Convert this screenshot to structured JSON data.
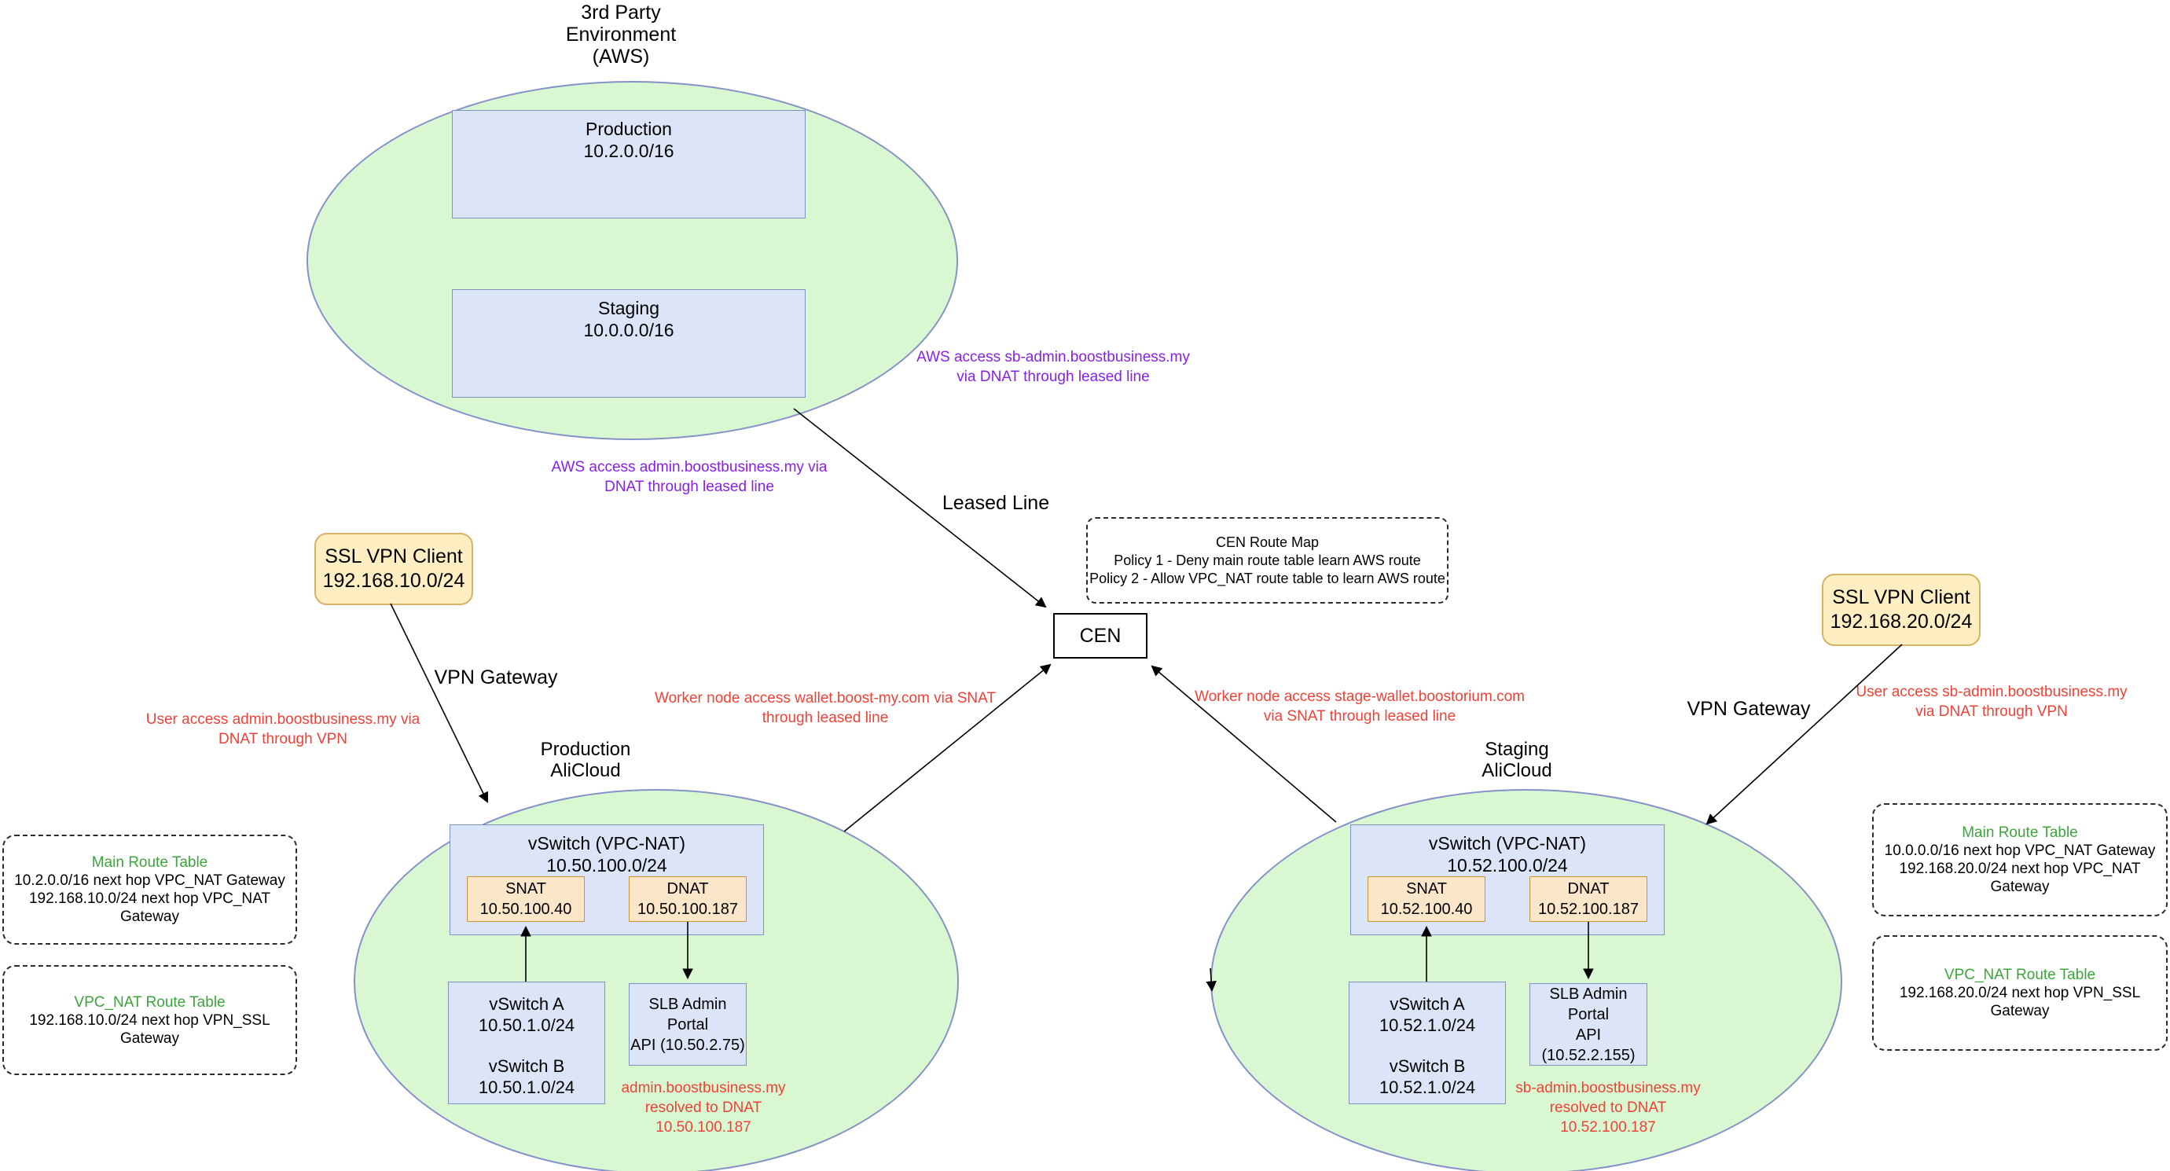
{
  "colors": {
    "green_fill": "#d9f8d2",
    "ellipse_stroke": "#8591c9",
    "blue_fill": "#dbe5f7",
    "blue_stroke": "#7d91c4",
    "orange_fill": "#fbe6ca",
    "orange_stroke": "#cb9639",
    "yellow_fill": "#feeec2",
    "yellow_stroke": "#d6b263",
    "purple": "#8721e6",
    "red": "#ee4238",
    "green_text": "#3da43d"
  },
  "aws": {
    "title1": "3rd Party",
    "title2": "Environment",
    "title3": "(AWS)",
    "prod_name": "Production",
    "prod_cidr": "10.2.0.0/16",
    "stag_name": "Staging",
    "stag_cidr": "10.0.0.0/16"
  },
  "center": {
    "leased_line": "Leased Line",
    "cen": "CEN",
    "route_map_title": "CEN Route Map",
    "route_map_policy1": "Policy 1 - Deny main route table learn AWS route",
    "route_map_policy2": "Policy 2 - Allow VPC_NAT route table to learn AWS route"
  },
  "annotations": {
    "aws_sb_admin_1": "AWS access sb-admin.boostbusiness.my",
    "aws_sb_admin_2": "via DNAT through leased line",
    "aws_admin_1": "AWS access admin.boostbusiness.my via",
    "aws_admin_2": "DNAT through leased line",
    "user_admin_1": "User access admin.boostbusiness.my via",
    "user_admin_2": "DNAT through VPN",
    "user_sb_admin_1": "User access sb-admin.boostbusiness.my",
    "user_sb_admin_2": "via DNAT through VPN",
    "worker_wallet_1": "Worker node access wallet.boost-my.com via SNAT",
    "worker_wallet_2": "through leased line",
    "worker_stage_wallet_1": "Worker node access stage-wallet.boostorium.com",
    "worker_stage_wallet_2": "via SNAT through leased line",
    "prod_dns_1": "admin.boostbusiness.my",
    "prod_dns_2": "resolved to DNAT",
    "prod_dns_3": "10.50.100.187",
    "stag_dns_1": "sb-admin.boostbusiness.my",
    "stag_dns_2": "resolved to DNAT",
    "stag_dns_3": "10.52.100.187"
  },
  "vpn_left": {
    "client1": "SSL VPN Client",
    "client2": "192.168.10.0/24",
    "gateway": "VPN Gateway"
  },
  "vpn_right": {
    "client1": "SSL VPN Client",
    "client2": "192.168.20.0/24",
    "gateway": "VPN Gateway"
  },
  "route_tables": {
    "left_main": {
      "title": "Main Route Table",
      "rows": [
        "10.2.0.0/16 next hop VPC_NAT Gateway",
        "192.168.10.0/24 next hop VPC_NAT Gateway"
      ]
    },
    "left_nat": {
      "title": "VPC_NAT Route Table",
      "rows": [
        "192.168.10.0/24 next hop VPN_SSL Gateway"
      ]
    },
    "right_main": {
      "title": "Main Route Table",
      "rows": [
        "10.0.0.0/16 next hop VPC_NAT Gateway",
        "192.168.20.0/24 next hop VPC_NAT Gateway"
      ]
    },
    "right_nat": {
      "title": "VPC_NAT Route Table",
      "rows": [
        "192.168.20.0/24 next hop VPN_SSL Gateway"
      ]
    }
  },
  "prod_vpc": {
    "label1": "Production",
    "label2": "AliCloud",
    "vswitch_nat1": "vSwitch (VPC-NAT)",
    "vswitch_nat2": "10.50.100.0/24",
    "snat1": "SNAT",
    "snat2": "10.50.100.40",
    "dnat1": "DNAT",
    "dnat2": "10.50.100.187",
    "vsa1": "vSwitch A",
    "vsa2": "10.50.1.0/24",
    "vsb1": "vSwitch B",
    "vsb2": "10.50.1.0/24",
    "slb1": "SLB Admin Portal",
    "slb2": "API (10.50.2.75)"
  },
  "stag_vpc": {
    "label1": "Staging",
    "label2": "AliCloud",
    "vswitch_nat1": "vSwitch (VPC-NAT)",
    "vswitch_nat2": "10.52.100.0/24",
    "snat1": "SNAT",
    "snat2": "10.52.100.40",
    "dnat1": "DNAT",
    "dnat2": "10.52.100.187",
    "vsa1": "vSwitch A",
    "vsa2": "10.52.1.0/24",
    "vsb1": "vSwitch B",
    "vsb2": "10.52.1.0/24",
    "slb1": "SLB Admin Portal",
    "slb2": "API (10.52.2.155)"
  }
}
